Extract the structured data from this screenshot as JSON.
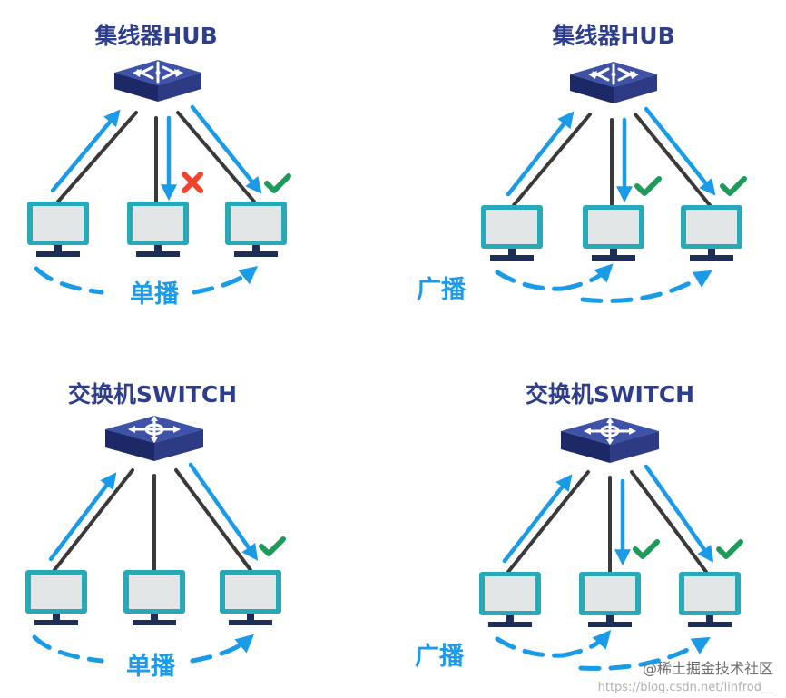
{
  "panels": [
    {
      "title": "集线器HUB",
      "mode": "单播",
      "device_label": ""
    },
    {
      "title": "集线器HUB",
      "mode": "广播",
      "device_label": ""
    },
    {
      "title": "交换机SWITCH",
      "mode": "单播",
      "device_label": "SWITCH"
    },
    {
      "title": "交换机SWITCH",
      "mode": "广播",
      "device_label": "SWITCH"
    }
  ],
  "watermark": {
    "text": "@稀土掘金技术社区",
    "url": "https://blog.csdn.net/linfrod__"
  },
  "colors": {
    "flow": "#1a9be8",
    "title": "#2e3d8c",
    "check": "#1e9a5a",
    "cross": "#f0442c",
    "device": "#2e3d8c"
  }
}
